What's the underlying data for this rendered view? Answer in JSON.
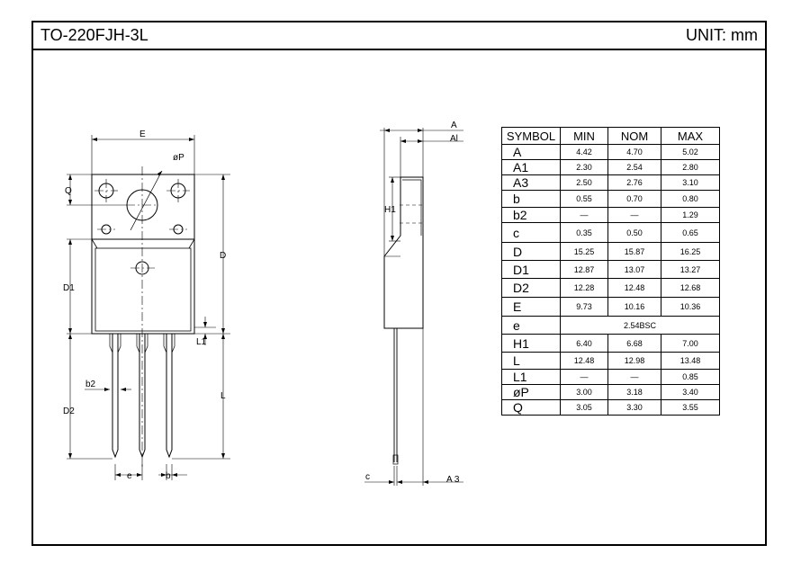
{
  "header": {
    "title": "TO-220FJH-3L",
    "unit": "UNIT: mm"
  },
  "drawing_labels": {
    "front": {
      "E": "E",
      "P": "øP",
      "Q": "Q",
      "D": "D",
      "D1": "D1",
      "D2": "D2",
      "L": "L",
      "L1": "L1",
      "b2": "b2",
      "e": "e",
      "b": "b"
    },
    "side": {
      "A": "A",
      "A1": "Al",
      "H1": "H1",
      "c": "c",
      "A3": "A 3"
    }
  },
  "table": {
    "headers": [
      "SYMBOL",
      "MIN",
      "NOM",
      "MAX"
    ],
    "rows": [
      {
        "symbol": "A",
        "min": "4.42",
        "nom": "4.70",
        "max": "5.02"
      },
      {
        "symbol": "A1",
        "min": "2.30",
        "nom": "2.54",
        "max": "2.80"
      },
      {
        "symbol": "A3",
        "min": "2.50",
        "nom": "2.76",
        "max": "3.10"
      },
      {
        "symbol": "b",
        "min": "0.55",
        "nom": "0.70",
        "max": "0.80"
      },
      {
        "symbol": "b2",
        "min": "—",
        "nom": "—",
        "max": "1.29"
      },
      {
        "symbol": "c",
        "min": "0.35",
        "nom": "0.50",
        "max": "0.65"
      },
      {
        "symbol": "D",
        "min": "15.25",
        "nom": "15.87",
        "max": "16.25"
      },
      {
        "symbol": "D1",
        "min": "12.87",
        "nom": "13.07",
        "max": "13.27"
      },
      {
        "symbol": "D2",
        "min": "12.28",
        "nom": "12.48",
        "max": "12.68"
      },
      {
        "symbol": "E",
        "min": "9.73",
        "nom": "10.16",
        "max": "10.36"
      },
      {
        "symbol": "e",
        "span": "2.54BSC"
      },
      {
        "symbol": "H1",
        "min": "6.40",
        "nom": "6.68",
        "max": "7.00"
      },
      {
        "symbol": "L",
        "min": "12.48",
        "nom": "12.98",
        "max": "13.48"
      },
      {
        "symbol": "L1",
        "min": "—",
        "nom": "—",
        "max": "0.85"
      },
      {
        "symbol": "øP",
        "min": "3.00",
        "nom": "3.18",
        "max": "3.40"
      },
      {
        "symbol": "Q",
        "min": "3.05",
        "nom": "3.30",
        "max": "3.55"
      }
    ]
  }
}
